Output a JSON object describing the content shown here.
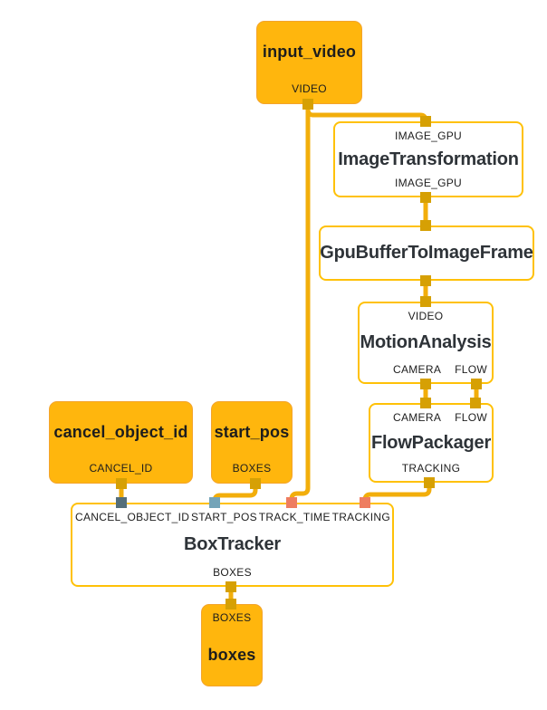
{
  "diagram": {
    "nodes": {
      "input_video": {
        "name": "input_video",
        "output_label": "VIDEO"
      },
      "image_transformation": {
        "input_label": "IMAGE_GPU",
        "name": "ImageTransformation",
        "output_label": "IMAGE_GPU"
      },
      "gpu_buffer_to_image_frame": {
        "name": "GpuBufferToImageFrame"
      },
      "motion_analysis": {
        "input_label": "VIDEO",
        "name": "MotionAnalysis",
        "output_labels": [
          "CAMERA",
          "FLOW"
        ]
      },
      "flow_packager": {
        "input_labels": [
          "CAMERA",
          "FLOW"
        ],
        "name": "FlowPackager",
        "output_label": "TRACKING"
      },
      "cancel_object_id": {
        "name": "cancel_object_id",
        "output_label": "CANCEL_ID"
      },
      "start_pos": {
        "name": "start_pos",
        "output_label": "BOXES"
      },
      "box_tracker": {
        "input_labels": [
          "CANCEL_OBJECT_ID",
          "START_POS",
          "TRACK_TIME",
          "TRACKING"
        ],
        "name": "BoxTracker",
        "output_label": "BOXES"
      },
      "boxes": {
        "input_label": "BOXES",
        "name": "boxes"
      }
    },
    "colors": {
      "source_fill": "#FFB60D",
      "source_border": "#F3A42C",
      "calc_border": "#FFC107",
      "wire": "#F2AE0B",
      "port_default": "#D6A004",
      "port_cancel_object_id": "#546E7A",
      "port_start_pos": "#74A4B8",
      "port_track": "#EE7D60"
    }
  }
}
